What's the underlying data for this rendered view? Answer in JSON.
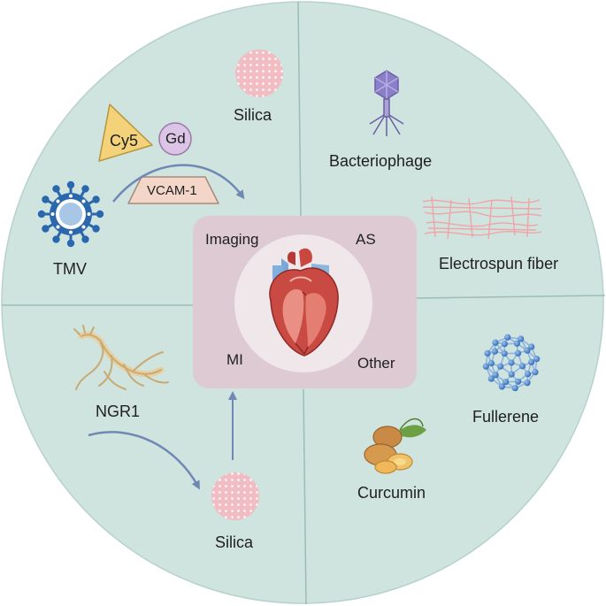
{
  "colors": {
    "circle_fill": "#cfe3df",
    "divider": "#9dbcb6",
    "center_box": "#ddcad2",
    "center_disc": "#efe7ea",
    "arrow": "#6f89b4",
    "silica": "#efb5bd",
    "cy5": "#f3d27a",
    "gd": "#dcc4e6",
    "vcam": "#f4d6c8",
    "tmv": "#2b67ad",
    "fiber": "#f0a4a6",
    "fullerene": "#4e86c9",
    "ginseng": "#e7cfa0",
    "curcumin": "#d9a157"
  },
  "center": {
    "imaging": "Imaging",
    "as": "AS",
    "mi": "MI",
    "other": "Other",
    "heart_icon": "heart-icon"
  },
  "quadrant_top_left": {
    "silica": "Silica",
    "cy5": "Cy5",
    "gd": "Gd",
    "vcam": "VCAM-1",
    "tmv": "TMV",
    "tmv_icon": "virus-icon",
    "silica_icon": "nanoparticle-icon"
  },
  "quadrant_top_right": {
    "bacteriophage": "Bacteriophage",
    "fiber": "Electrospun fiber",
    "phage_icon": "bacteriophage-icon",
    "fiber_icon": "fiber-mesh-icon"
  },
  "quadrant_bottom_left": {
    "ngr1": "NGR1",
    "silica": "Silica",
    "ginseng_icon": "ginseng-root-icon"
  },
  "quadrant_bottom_right": {
    "fullerene": "Fullerene",
    "curcumin": "Curcumin",
    "fullerene_icon": "fullerene-icon",
    "curcumin_icon": "turmeric-icon"
  }
}
